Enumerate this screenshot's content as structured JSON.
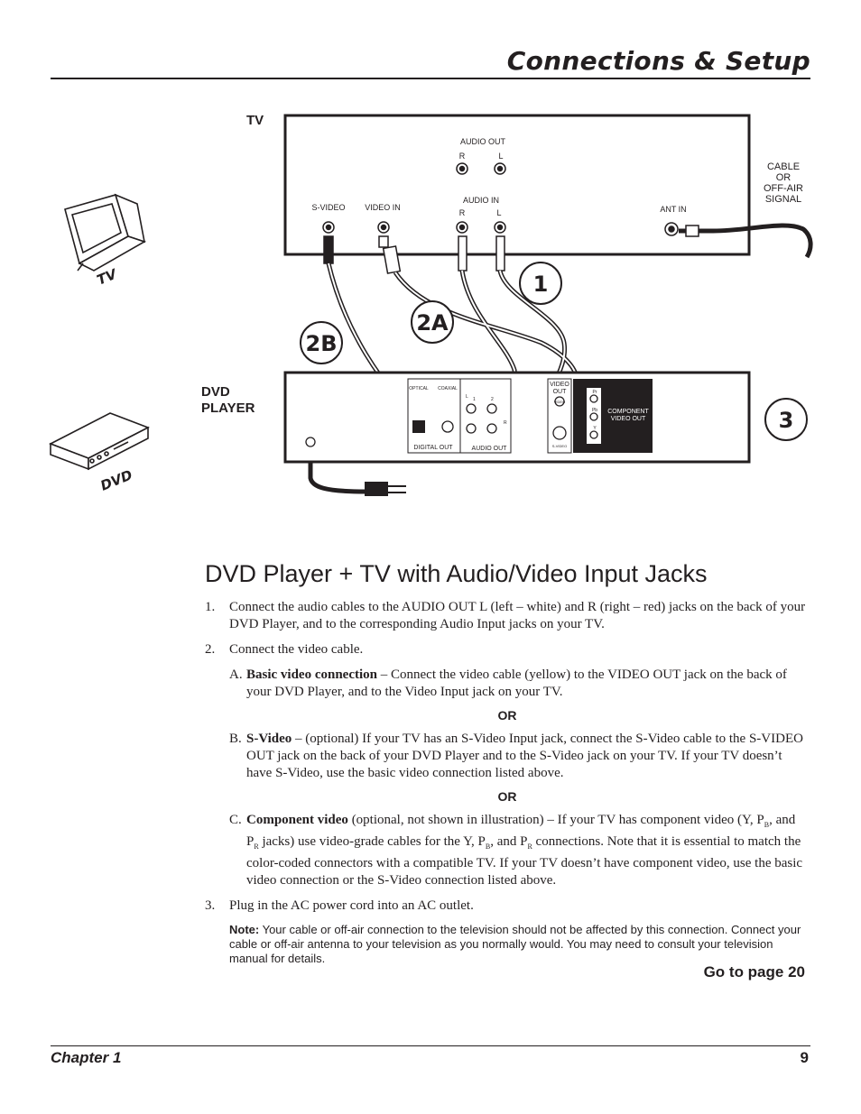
{
  "header": {
    "title": "Connections & Setup"
  },
  "diagram": {
    "tv_label": "TV",
    "dvd_label_line1": "DVD",
    "dvd_label_line2": "PLAYER",
    "tv_icon_label": "TV",
    "dvd_icon_label": "DVD",
    "tv_panel": {
      "audio_out": "AUDIO OUT",
      "audio_out_r": "R",
      "audio_out_l": "L",
      "audio_in": "AUDIO IN",
      "audio_in_r": "R",
      "audio_in_l": "L",
      "svideo": "S-VIDEO",
      "video_in": "VIDEO IN",
      "ant_in": "ANT IN"
    },
    "signal": {
      "line1": "CABLE",
      "line2": "OR",
      "line3": "OFF-AIR",
      "line4": "SIGNAL"
    },
    "dvd_panel": {
      "optical": "OPTICAL",
      "coaxial": "COAXIAL",
      "digital_out": "DIGITAL OUT",
      "audio_out": "AUDIO OUT",
      "video_out_line1": "VIDEO",
      "video_out_line2": "OUT",
      "video": "VIDEO",
      "svideo": "S-VIDEO",
      "component_line1": "COMPONENT",
      "component_line2": "VIDEO OUT",
      "pr": "Pr",
      "pb": "Pb",
      "y": "Y",
      "ch_l": "L",
      "ch_r": "R",
      "ch_1": "1",
      "ch_2": "2"
    },
    "callouts": {
      "c1": "1",
      "c2a": "2A",
      "c2b": "2B",
      "c3": "3"
    }
  },
  "section": {
    "title": "DVD Player + TV with Audio/Video Input Jacks",
    "step1_num": "1.",
    "step1": "Connect the audio cables to the AUDIO OUT L (left – white) and R (right – red) jacks on the back of your DVD Player, and to the corresponding Audio Input jacks on your TV.",
    "step2_num": "2.",
    "step2": " Connect the video cable.",
    "a_letter": "A.",
    "a_bold": "Basic video connection",
    "a_text": " – Connect the video cable (yellow) to the VIDEO OUT jack on the back of your DVD Player, and to the Video Input jack on your TV.",
    "or1": "OR",
    "b_letter": "B.",
    "b_bold": "S-Video",
    "b_text": " – (optional) If your TV has an S-Video Input jack, connect the S-Video cable to the S-VIDEO OUT jack on the back of your DVD Player and to the S-Video jack on your TV. If your TV doesn’t have S-Video, use the basic video connection listed above.",
    "or2": "OR",
    "c_letter": "C.",
    "c_bold": "Component video",
    "c_t1": " (optional, not shown in illustration) – If your TV has component video (Y, P",
    "c_sub1": "B",
    "c_t2": ", and P",
    "c_sub2": "R",
    "c_t3": " jacks) use video-grade cables for the Y, P",
    "c_sub3": "B",
    "c_t4": ", and P",
    "c_sub4": "R",
    "c_t5": " connections. Note that it is essential to match the color-coded connectors with a compatible TV. If your TV doesn’t have component video, use the basic video connection or the S-Video connection listed above.",
    "step3_num": "3.",
    "step3": "Plug in the AC power cord into an AC outlet.",
    "note_label": "Note:",
    "note_text": " Your cable or off-air connection to the television should not be affected by this connection. Connect your cable or off-air antenna to your television as you normally would. You may need to consult your television manual for details.",
    "goto": "Go to page 20"
  },
  "footer": {
    "chapter": "Chapter 1",
    "page": "9"
  }
}
